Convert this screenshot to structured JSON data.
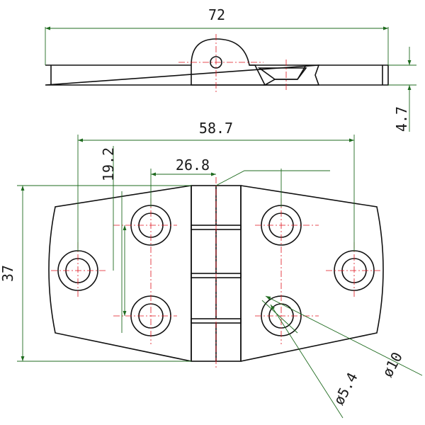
{
  "drawing": {
    "colors": {
      "outline": "#111111",
      "dimension": "#1f6b1f",
      "centerline": "#e0141e",
      "hatch": "#29b6d9",
      "background": "#ffffff"
    },
    "dimensions": {
      "overall_length": "72",
      "thickness": "4.7",
      "hole_spacing_outer": "58.7",
      "hole_spacing_inner_x": "26.8",
      "hole_spacing_inner_y": "19.2",
      "overall_width": "37",
      "countersink_diameter": "ø10",
      "hole_diameter": "ø5.4"
    }
  }
}
